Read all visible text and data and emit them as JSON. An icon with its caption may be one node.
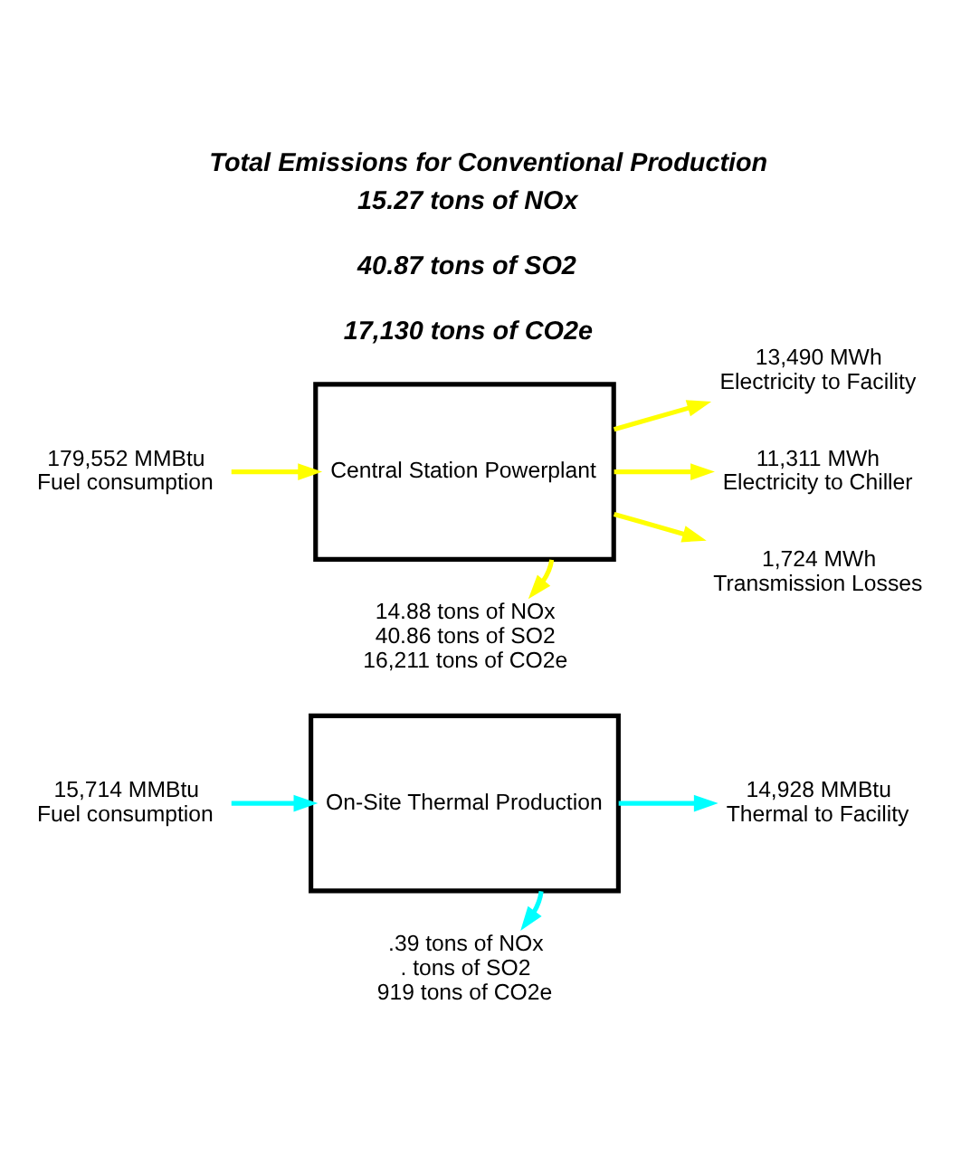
{
  "diagram": {
    "title": "Total Emissions for Conventional Production",
    "nodes": [
      {
        "text": [
          "179,552 MMBtu",
          "Fuel consumption"
        ]
      },
      {
        "text": [
          "Central Station Powerplant"
        ]
      },
      {
        "text": [
          "13,490 MWh",
          "Electricity to Facility"
        ]
      },
      {
        "text": [
          "11,311 MWh",
          "Electricity to Chiller"
        ]
      },
      {
        "text": [
          "1,724 MWh",
          "Transmission Losses"
        ]
      },
      {
        "text": [
          "14.88 tons of NOx",
          "40.86 tons of SO2",
          "16,211 tons of CO2e"
        ]
      },
      {
        "text": [
          "15,714 MMBtu",
          "Fuel consumption"
        ]
      },
      {
        "text": [
          "On-Site Thermal Production"
        ]
      },
      {
        "text": [
          "14,928 MMBtu",
          "Thermal to Facility"
        ]
      },
      {
        "text": [
          ".39 tons of NOx",
          ". tons of SO2",
          "919 tons of CO2e"
        ]
      }
    ],
    "edges": [
      {
        "from": 0,
        "to": 1,
        "arrow": "to",
        "color": "#ffff00"
      },
      {
        "from": 1,
        "to": 2,
        "arrow": "to",
        "color": "#ffff00"
      },
      {
        "from": 1,
        "to": 3,
        "arrow": "to",
        "color": "#ffff00"
      },
      {
        "from": 1,
        "to": 4,
        "arrow": "to",
        "color": "#ffff00"
      },
      {
        "from": 1,
        "to": 5,
        "arrow": "to",
        "color": "#ffff00"
      },
      {
        "from": 6,
        "to": 7,
        "arrow": "to",
        "color": "#00ffff"
      },
      {
        "from": 7,
        "to": 8,
        "arrow": "to",
        "color": "#00ffff"
      },
      {
        "from": 7,
        "to": 9,
        "arrow": "to",
        "color": "#00ffff"
      }
    ],
    "labels": [
      "15.27 tons of NOx",
      "40.87 tons of SO2",
      "17,130 tons of CO2e"
    ]
  }
}
